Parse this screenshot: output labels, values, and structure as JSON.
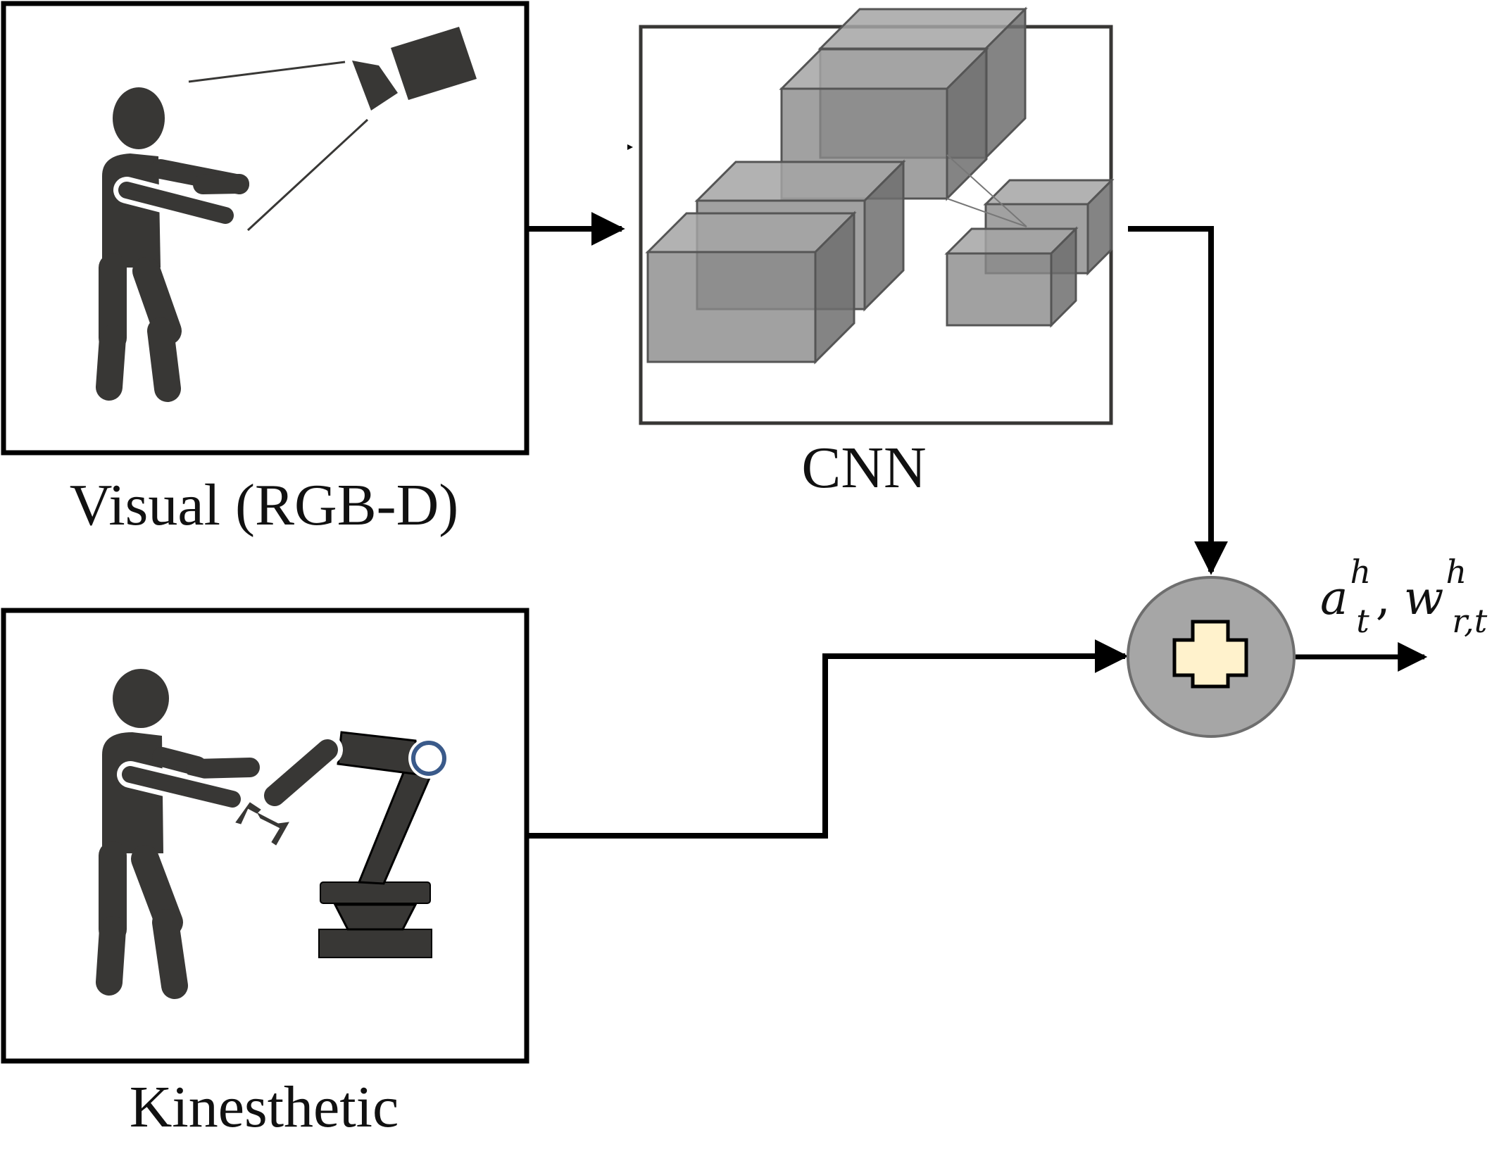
{
  "labels": {
    "visual": "Visual (RGB-D)",
    "cnn": "CNN",
    "kinesthetic": "Kinesthetic"
  },
  "output": {
    "a": "a",
    "a_sup": "h",
    "a_sub": "t",
    "sep": ",",
    "w": "w",
    "w_sup": "h",
    "w_sub": "r,t"
  },
  "fusion_symbol": "plus",
  "colors": {
    "line": "#000000",
    "figure": "#383735",
    "cube_fill": "#8a8a8a",
    "node_fill": "#a6a6a6",
    "plus_fill": "#fff2cc",
    "camera_lens": "#3a5a8a"
  }
}
